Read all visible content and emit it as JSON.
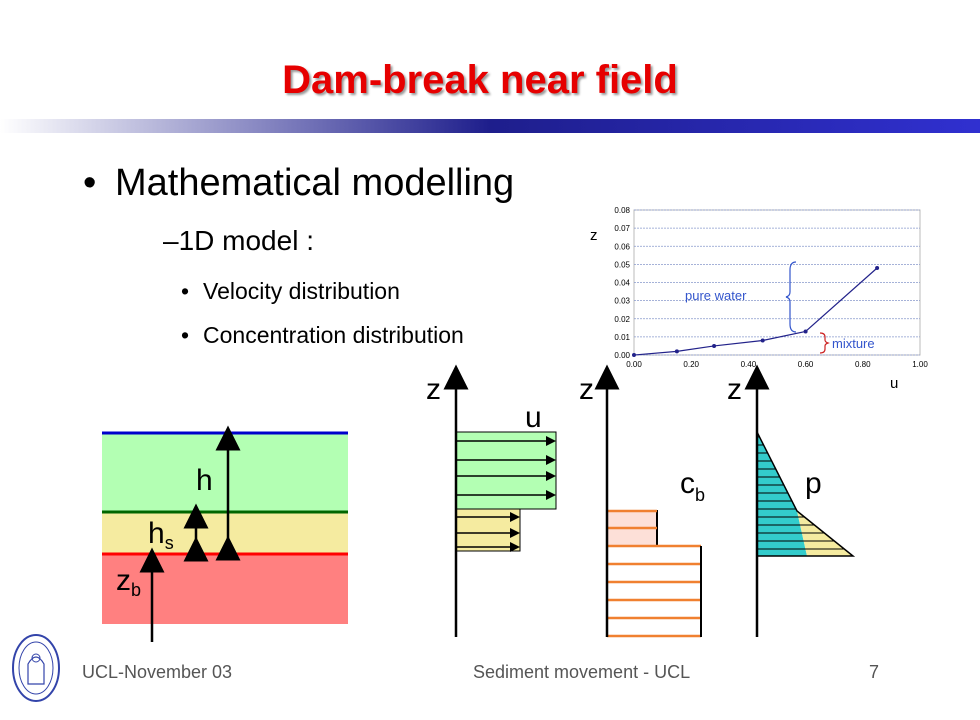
{
  "slide": {
    "title": "Dam-break near field",
    "bullets": {
      "level1": "Mathematical modelling",
      "level2": "1D model :",
      "level3": [
        "Velocity distribution",
        "Concentration distribution"
      ]
    }
  },
  "colors": {
    "title": "#e60000",
    "water": "#b3ffb3",
    "mixture": "#f5eba0",
    "bed": "#ff8080",
    "water_line": "#0000cc",
    "interface_line": "#006600",
    "bed_line": "#ff0000",
    "concentration": "#f08030",
    "pressure": "#33cccc"
  },
  "layers": {
    "h": "h",
    "hs": "h",
    "hs_sub": "s",
    "zb": "z",
    "zb_sub": "b"
  },
  "profiles": {
    "velocity": {
      "axis": "z",
      "label": "u"
    },
    "concentration": {
      "axis": "z",
      "label": "c",
      "label_sub": "b"
    },
    "pressure": {
      "axis": "z",
      "label": "p"
    }
  },
  "chart_data": {
    "type": "line",
    "x": [
      0.0,
      0.15,
      0.28,
      0.45,
      0.6,
      0.85
    ],
    "y": [
      0.0,
      0.002,
      0.005,
      0.008,
      0.013,
      0.048
    ],
    "xlim": [
      0,
      1.0
    ],
    "ylim": [
      0,
      0.08
    ],
    "x_ticks": [
      "0.00",
      "0.20",
      "0.40",
      "0.60",
      "0.80",
      "1.00"
    ],
    "y_ticks": [
      "0.00",
      "0.01",
      "0.02",
      "0.03",
      "0.04",
      "0.05",
      "0.06",
      "0.07",
      "0.08"
    ],
    "xlabel": "u",
    "ylabel": "z",
    "grid": true,
    "annotations": [
      "pure water",
      "mixture"
    ]
  },
  "footer": {
    "left": "UCL-November 03",
    "center": "Sediment movement - UCL",
    "page": "7"
  }
}
